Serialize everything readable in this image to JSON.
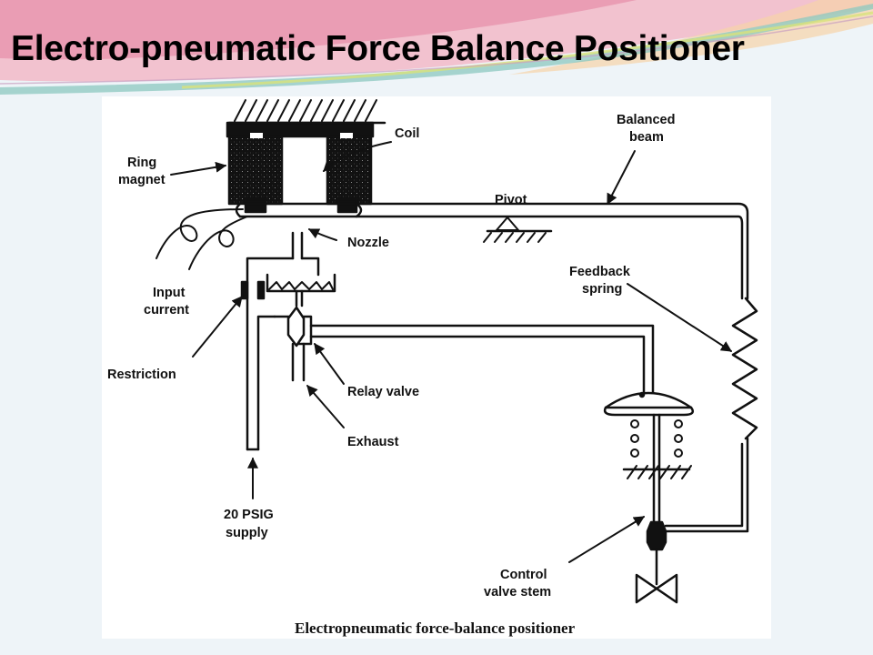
{
  "slide": {
    "title": "Electro-pneumatic Force Balance Positioner"
  },
  "diagram": {
    "labels": {
      "coil": "Coil",
      "ring_magnet_1": "Ring",
      "ring_magnet_2": "magnet",
      "balanced_beam_1": "Balanced",
      "balanced_beam_2": "beam",
      "pivot": "Pivot",
      "nozzle": "Nozzle",
      "input_current_1": "Input",
      "input_current_2": "current",
      "feedback_spring_1": "Feedback",
      "feedback_spring_2": "spring",
      "restriction": "Restriction",
      "relay_valve": "Relay valve",
      "exhaust": "Exhaust",
      "supply_1": "20 PSIG",
      "supply_2": "supply",
      "control_valve_stem_1": "Control",
      "control_valve_stem_2": "valve stem"
    },
    "caption": "Electropneumatic force-balance positioner"
  },
  "colors": {
    "background": "#eef4f8",
    "accent_pink": "#e88aa8",
    "accent_teal": "#8cc8c0",
    "line": "#111111"
  }
}
